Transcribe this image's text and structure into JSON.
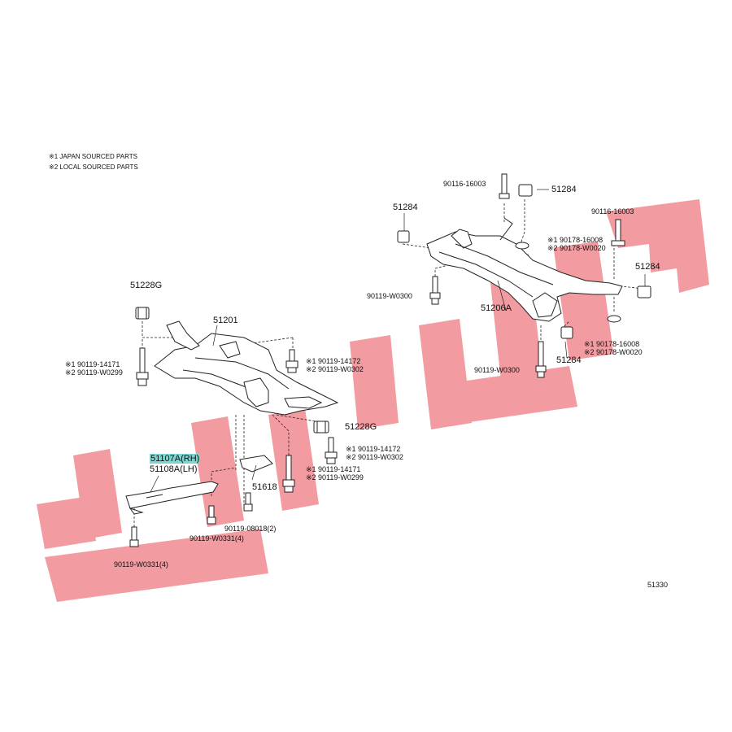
{
  "notes": {
    "note1": "※1  JAPAN SOURCED PARTS",
    "note2": "※2  LOCAL SOURCED PARTS"
  },
  "watermark": {
    "color": "#f08a8f",
    "text": ""
  },
  "parts": {
    "p51228G_top": "51228G",
    "p51201": "51201",
    "p90119_14171_left": "※1 90119-14171",
    "p90119_W0299_left": "※2 90119-W0299",
    "p90119_14172_mid": "※1 90119-14172",
    "p90119_W0302_mid": "※2 90119-W0302",
    "p51228G_right": "51228G",
    "p90119_14172_low": "※1 90119-14172",
    "p90119_W0302_low": "※2 90119-W0302",
    "p51107A": "51107A(RH)",
    "p51108A": "51108A(LH)",
    "p51618": "51618",
    "p90119_14171_low": "※1 90119-14171",
    "p90119_W0299_low": "※2 90119-W0299",
    "p90119_08018": "90119-08018(2)",
    "p90119_W0331_mid": "90119-W0331(4)",
    "p90119_W0331_low": "90119-W0331(4)",
    "p90116_16003_top": "90116-16003",
    "p51284_top": "51284",
    "p51284_left": "51284",
    "p90116_16003_right": "90116-16003",
    "p90178_16008_top": "※1 90178-16008",
    "p90178_W0020_top": "※2 90178-W0020",
    "p51284_right": "51284",
    "p90119_W0300_left": "90119-W0300",
    "p51206A": "51206A",
    "p90178_16008_low": "※1 90178-16008",
    "p90178_W0020_low": "※2 90178-W0020",
    "p51284_low": "51284",
    "p90119_W0300_low": "90119-W0300",
    "diagram_code": "51330"
  }
}
